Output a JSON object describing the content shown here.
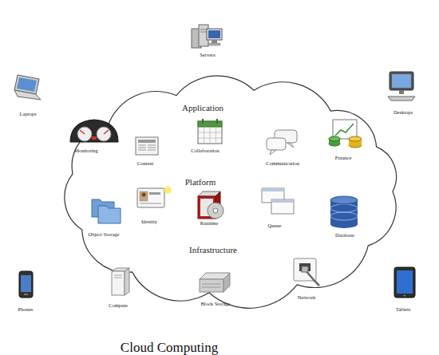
{
  "diagram": {
    "caption": "Cloud Computing",
    "nodes": [
      {
        "text": [
          "Application",
          "Platform",
          "Infrastructure"
        ]
      }
    ],
    "labels": [
      "Servers",
      "Laptops",
      "Desktops",
      "Monitoring",
      "Content",
      "Collaboration",
      "Communication",
      "Finance",
      "Object Storage",
      "Identity",
      "Runtime",
      "Queue",
      "Database",
      "Compute",
      "Block Storage",
      "Network",
      "Phones",
      "Tablets"
    ]
  }
}
